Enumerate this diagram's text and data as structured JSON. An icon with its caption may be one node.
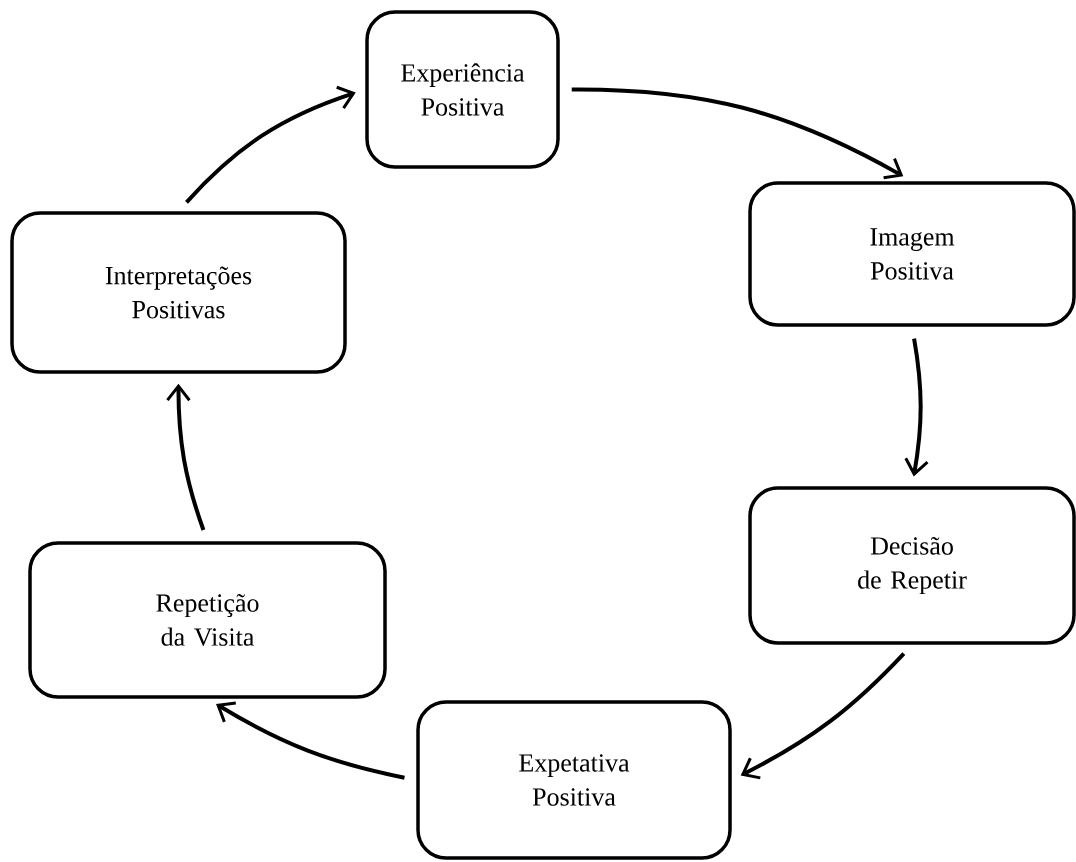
{
  "diagram": {
    "nodes": [
      {
        "text": [
          "Experiência Positiva"
        ]
      },
      {
        "text": [
          "Imagem Positiva"
        ]
      },
      {
        "text": [
          "Decisão de Repetir"
        ]
      },
      {
        "text": [
          "Expetativa Positiva"
        ]
      },
      {
        "text": [
          "Repetição da Visita"
        ]
      },
      {
        "text": [
          "Interpretações Positivas"
        ]
      }
    ],
    "edges": [
      {
        "from": 0,
        "to": 1,
        "arrow": "to"
      },
      {
        "from": 1,
        "to": 2,
        "arrow": "to"
      },
      {
        "from": 2,
        "to": 3,
        "arrow": "to"
      },
      {
        "from": 3,
        "to": 4,
        "arrow": "to"
      },
      {
        "from": 4,
        "to": 5,
        "arrow": "to"
      },
      {
        "from": 5,
        "to": 0,
        "arrow": "to"
      }
    ]
  }
}
